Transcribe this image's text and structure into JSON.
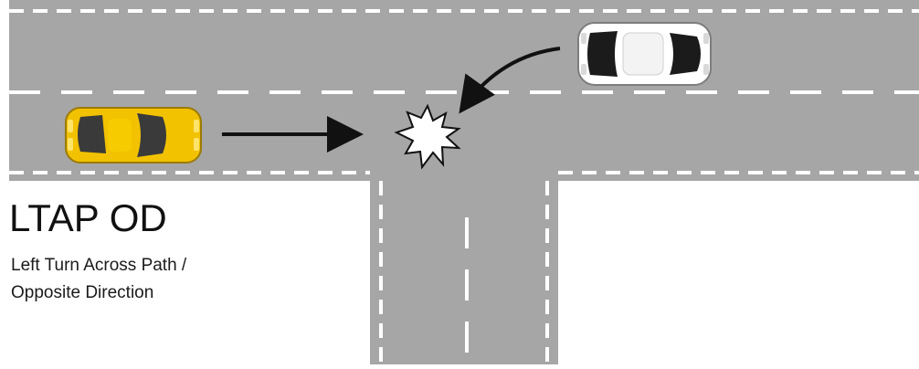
{
  "diagram": {
    "title": "LTAP OD",
    "subtitle_line1": "Left Turn Across Path /",
    "subtitle_line2": "Opposite Direction"
  },
  "colors": {
    "road": "#a6a6a6",
    "lane_marking": "#ffffff",
    "vehicle_a": "#f2c200",
    "vehicle_b": "#ffffff",
    "arrow": "#111111"
  },
  "icons": {
    "vehicle_a": "yellow-car-icon",
    "vehicle_b": "white-car-icon",
    "impact": "collision-burst-icon",
    "path_a": "straight-arrow-icon",
    "path_b": "curved-arrow-icon"
  }
}
